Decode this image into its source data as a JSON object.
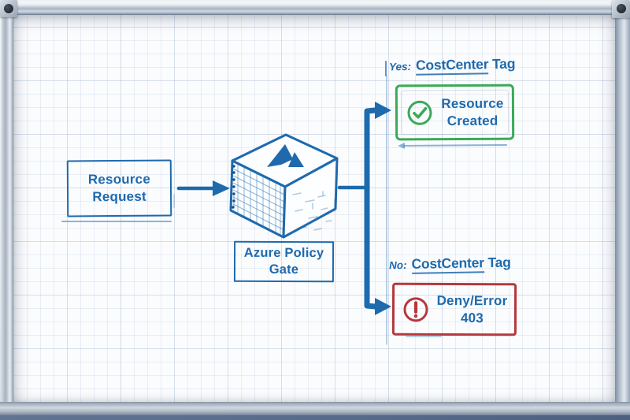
{
  "colors": {
    "ink": "#1e6aad",
    "green": "#3aaa58",
    "red": "#b5383c"
  },
  "diagram": {
    "nodes": {
      "request": {
        "line1": "Resource",
        "line2": "Request"
      },
      "gate": {
        "line1": "Azure Policy",
        "line2": "Gate",
        "icon": "azure-logo"
      },
      "created": {
        "line1": "Resource",
        "line2": "Created",
        "icon": "check-circle-icon"
      },
      "denied": {
        "line1": "Deny/Error",
        "line2": "403",
        "icon": "alert-circle-icon"
      }
    },
    "branches": {
      "yes": {
        "prefix": "Yes:",
        "tag": "CostCenter",
        "suffix": " Tag"
      },
      "no": {
        "prefix": "No:",
        "tag": "CostCenter",
        "suffix": " Tag"
      }
    }
  }
}
